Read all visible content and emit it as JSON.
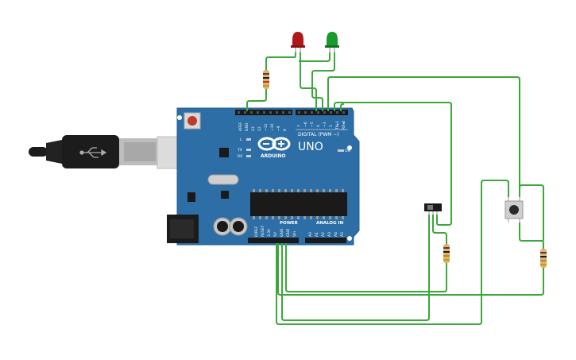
{
  "board": {
    "brand": "UNO",
    "logo_text": "ARDUINO",
    "digital_header": "DIGITAL (PWM ~)",
    "power_header": "POWER",
    "analog_header": "ANALOG IN",
    "led_l": "L",
    "led_tx": "TX",
    "led_rx": "RX",
    "led_on": "ON",
    "top_pins": [
      "AREF",
      "GND",
      "13",
      "12",
      "~11",
      "~10",
      "~9",
      "8",
      "7",
      "~6",
      "~5",
      "4",
      "~3",
      "2",
      "TX▸1",
      "RX◂0"
    ],
    "power_pins": [
      "IOREF",
      "RESET",
      "3.3V",
      "5V",
      "GND",
      "GND",
      "Vin"
    ],
    "analog_pins": [
      "A0",
      "A1",
      "A2",
      "A3",
      "A4",
      "A5"
    ]
  },
  "components": {
    "led_red_color": "#b01818",
    "led_green_color": "#1a9a2a",
    "wire_color": "#3aa83a",
    "board_color": "#2a6ea6"
  },
  "icons": [
    "usb-cable-icon",
    "usb-symbol-icon",
    "reset-button-icon",
    "slide-switch-icon",
    "pushbutton-icon"
  ]
}
